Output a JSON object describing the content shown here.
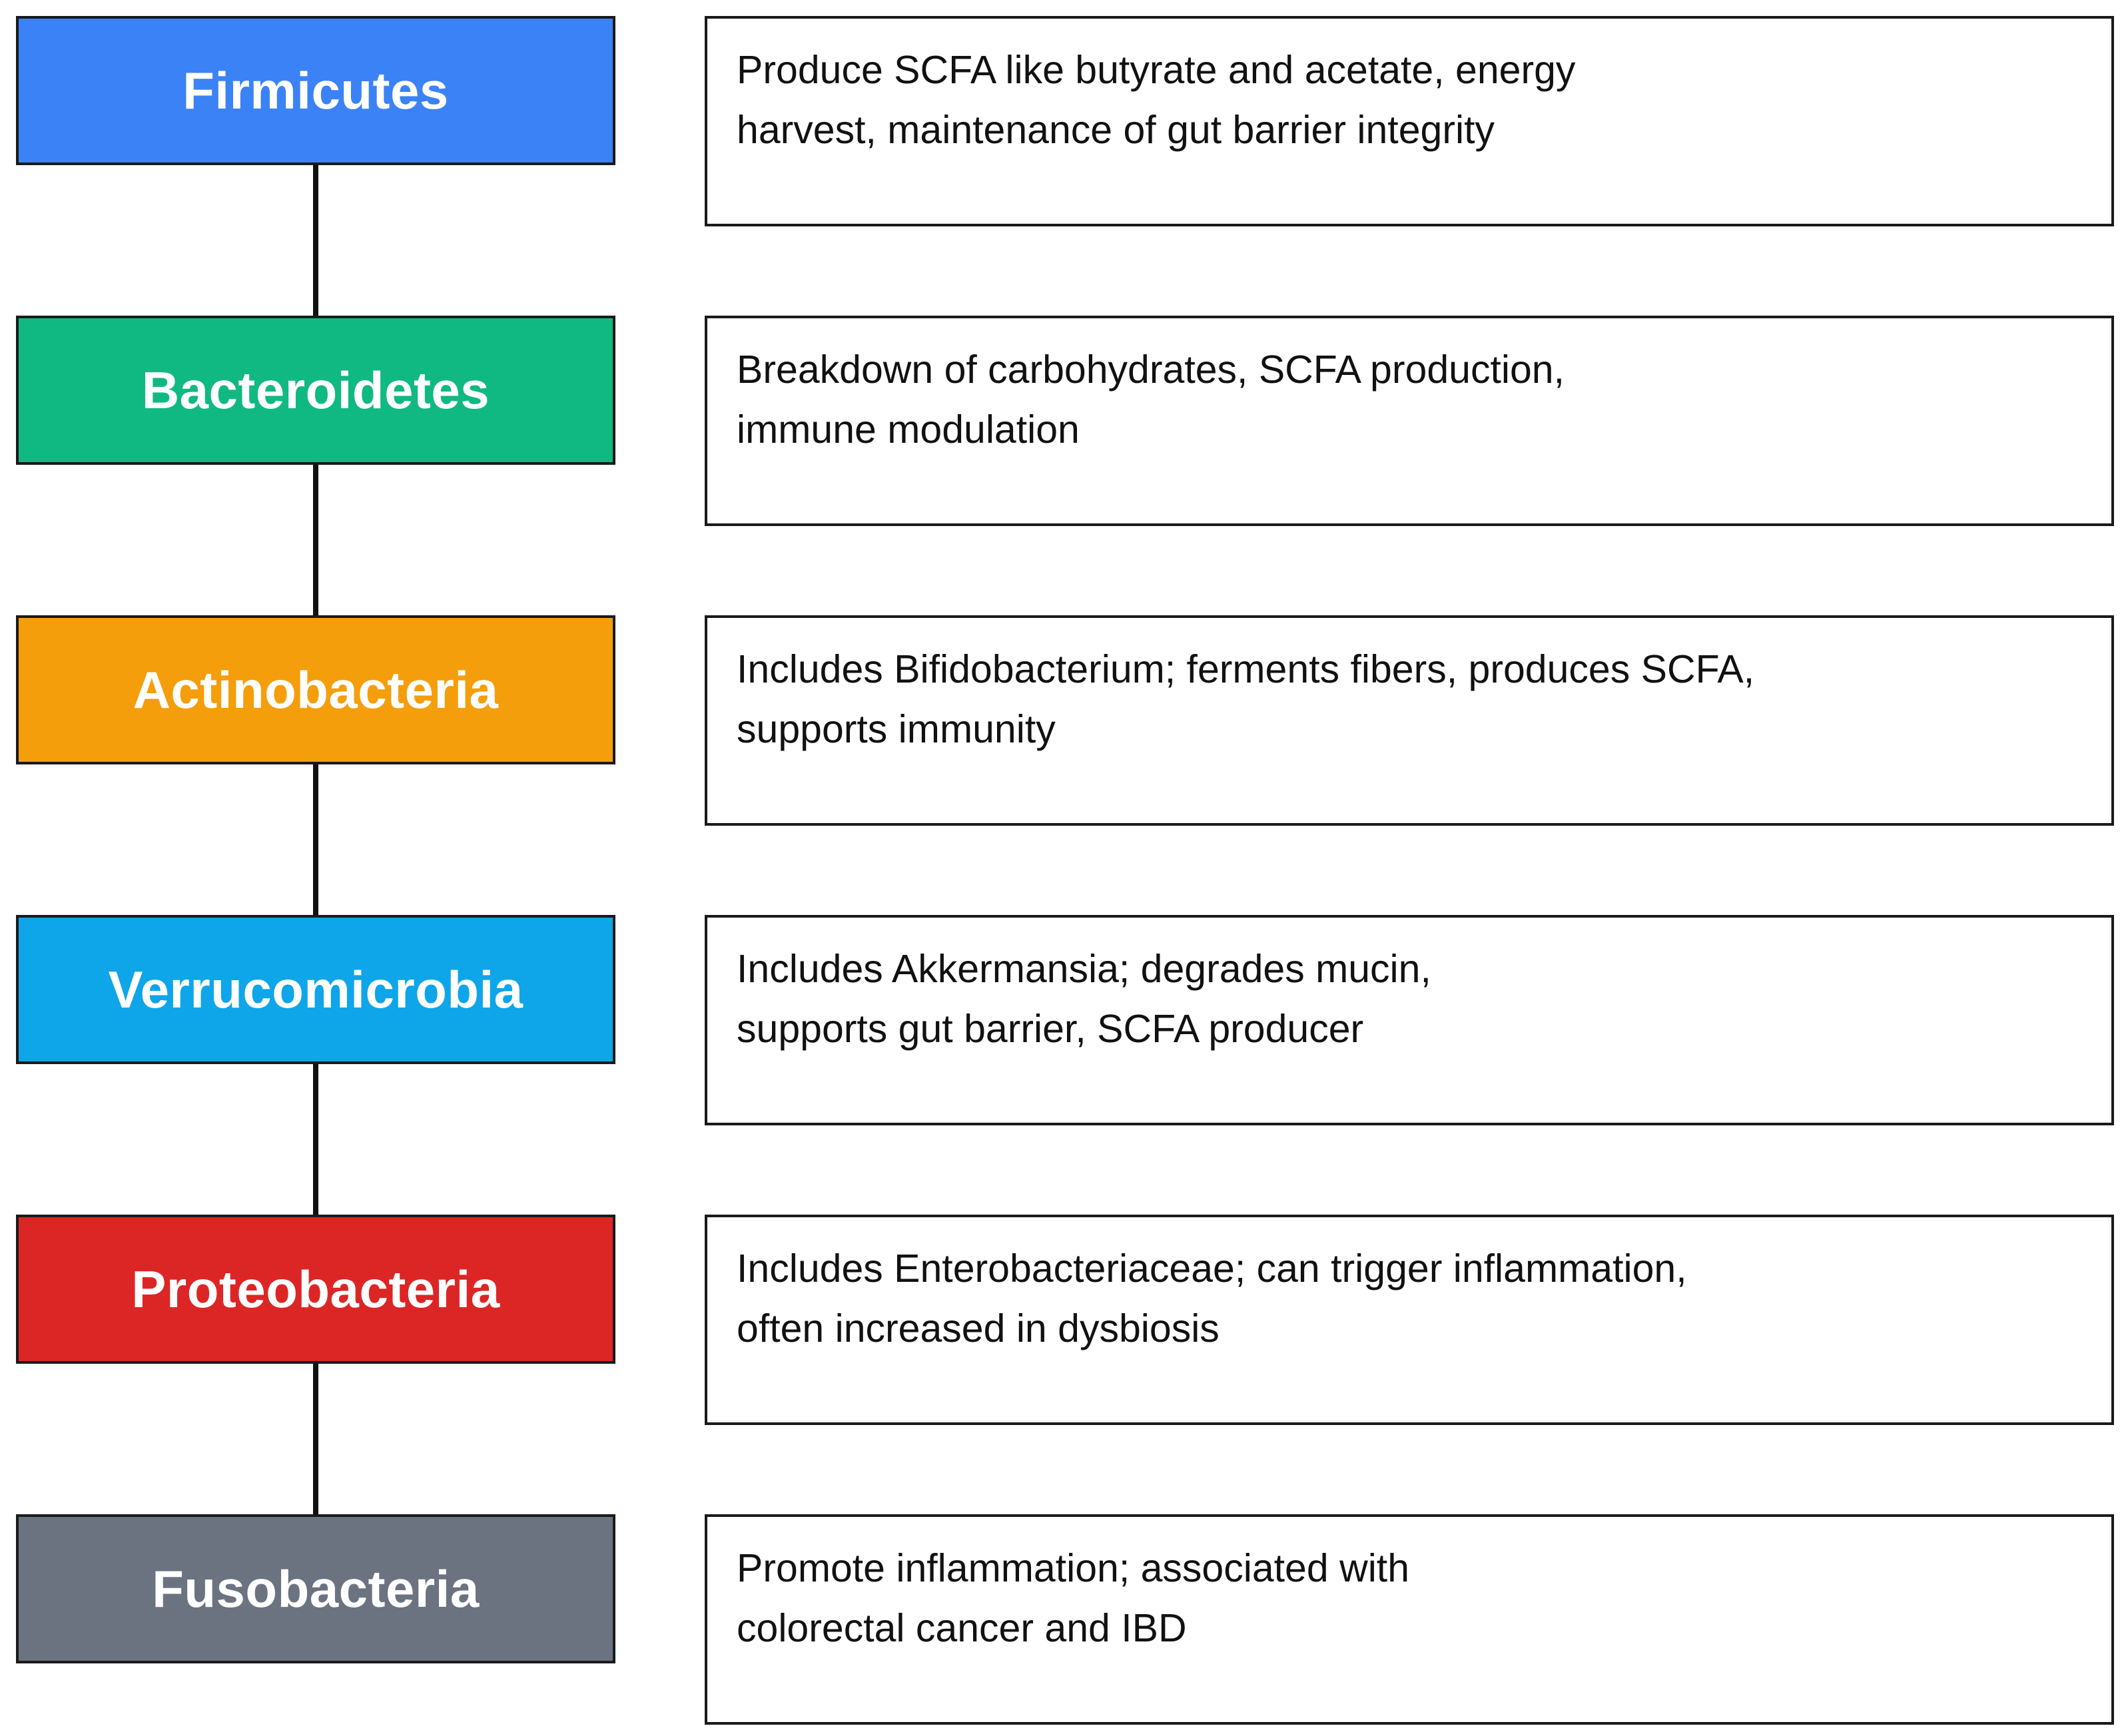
{
  "rows": [
    {
      "phylum": "Firmicutes",
      "color": "#3B82F6",
      "description": [
        "Produce SCFA like butyrate and acetate, energy",
        "harvest, maintenance of gut barrier integrity"
      ]
    },
    {
      "phylum": "Bacteroidetes",
      "color": "#10B981",
      "description": [
        "Breakdown of carbohydrates, SCFA production,",
        "immune modulation"
      ]
    },
    {
      "phylum": "Actinobacteria",
      "color": "#F59E0B",
      "description": [
        "Includes Bifidobacterium; ferments fibers, produces SCFA,",
        "supports immunity"
      ]
    },
    {
      "phylum": "Verrucomicrobia",
      "color": "#0EA5E9",
      "description": [
        "Includes Akkermansia; degrades mucin,",
        "supports gut barrier, SCFA producer"
      ]
    },
    {
      "phylum": "Proteobacteria",
      "color": "#DC2626",
      "description": [
        "Includes Enterobacteriaceae; can trigger inflammation,",
        "often increased in dysbiosis"
      ]
    },
    {
      "phylum": "Fusobacteria",
      "color": "#6B7280",
      "description": [
        "Promote inflammation; associated with",
        "colorectal cancer and IBD"
      ]
    }
  ]
}
